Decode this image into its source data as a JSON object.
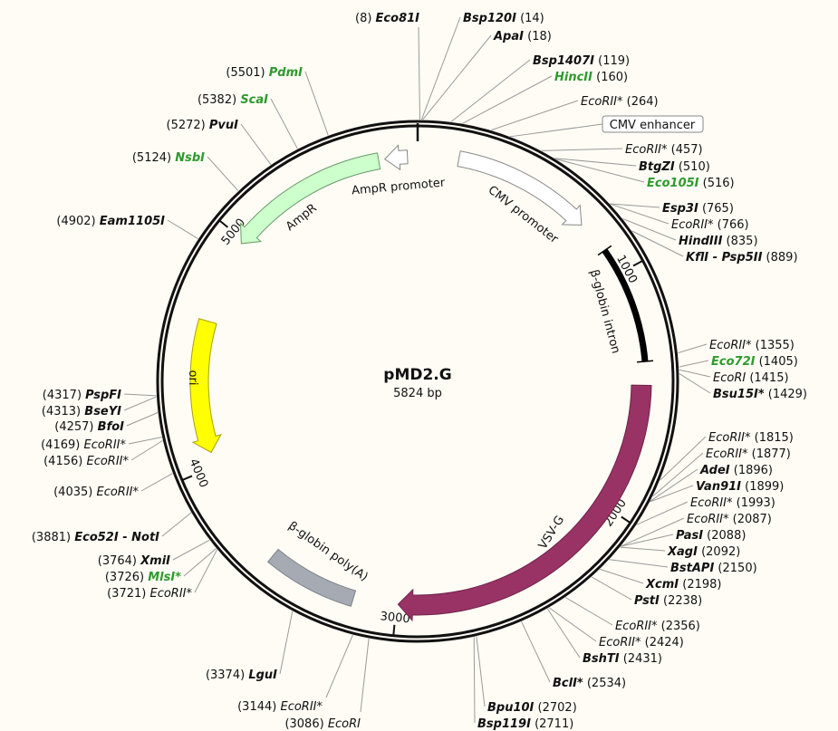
{
  "plasmid": {
    "name": "pMD2.G",
    "length_label": "5824 bp",
    "length_bp": 5824
  },
  "colors": {
    "ring": "#111111",
    "background": "#fffcf5",
    "green_label": "#2e9a2e",
    "ampr": "#ccffcc",
    "ori": "#ffff00",
    "vsvg": "#993366",
    "polya": "#a6abb3",
    "intron": "#000000",
    "promoter": "#ffffff"
  },
  "ticks": [
    {
      "bp": 1000,
      "label": "1000"
    },
    {
      "bp": 2000,
      "label": "2000"
    },
    {
      "bp": 3000,
      "label": "3000"
    },
    {
      "bp": 4000,
      "label": "4000"
    },
    {
      "bp": 5000,
      "label": "5000"
    }
  ],
  "features": [
    {
      "name": "CMV promoter",
      "start": 170,
      "end": 750,
      "direction": "forward",
      "color": "#ffffff",
      "arrow": true
    },
    {
      "name": "AmpR promoter",
      "start": 5782,
      "end": 5688,
      "direction": "reverse",
      "color": "#ffffff",
      "arrow": true
    },
    {
      "name": "AmpR",
      "start": 5662,
      "end": 4983,
      "direction": "reverse",
      "color": "#ccffcc",
      "arrow": true
    },
    {
      "name": "ori",
      "start": 4627,
      "end": 4061,
      "direction": "reverse",
      "color": "#ffff00",
      "arrow": true
    },
    {
      "name": "β-globin intron",
      "start": 890,
      "end": 1375,
      "direction": "none",
      "color": "#000000",
      "arrow": false
    },
    {
      "name": "VSV-G",
      "start": 1472,
      "end": 2993,
      "direction": "forward",
      "color": "#993366",
      "arrow": true
    },
    {
      "name": "β-globin poly(A)",
      "start": 3179,
      "end": 3554,
      "direction": "none",
      "color": "#a6abb3",
      "arrow": false
    }
  ],
  "cmv_enhancer_label": {
    "name": "CMV enhancer",
    "bp": 330
  },
  "enzymes": [
    {
      "name": "Eco81I",
      "pos": "(8)",
      "bp": 8,
      "style": "bold",
      "color": "#111111"
    },
    {
      "name": "Bsp120I",
      "pos": "(14)",
      "bp": 14,
      "style": "bold",
      "color": "#111111"
    },
    {
      "name": "ApaI",
      "pos": "(18)",
      "bp": 18,
      "style": "bold",
      "color": "#111111"
    },
    {
      "name": "Bsp1407I",
      "pos": "(119)",
      "bp": 119,
      "style": "bold",
      "color": "#111111"
    },
    {
      "name": "HincII",
      "pos": "(160)",
      "bp": 160,
      "style": "bold",
      "color": "#2e9a2e"
    },
    {
      "name": "EcoRII*",
      "pos": "(264)",
      "bp": 264,
      "style": "italic",
      "color": "#111111"
    },
    {
      "name": "EcoRII*",
      "pos": "(457)",
      "bp": 457,
      "style": "italic",
      "color": "#111111"
    },
    {
      "name": "BtgZI",
      "pos": "(510)",
      "bp": 510,
      "style": "bold",
      "color": "#111111"
    },
    {
      "name": "Eco105I",
      "pos": "(516)",
      "bp": 516,
      "style": "bold",
      "color": "#2e9a2e"
    },
    {
      "name": "Esp3I",
      "pos": "(765)",
      "bp": 765,
      "style": "bold",
      "color": "#111111"
    },
    {
      "name": "EcoRII*",
      "pos": "(766)",
      "bp": 766,
      "style": "italic",
      "color": "#111111"
    },
    {
      "name": "HindIII",
      "pos": "(835)",
      "bp": 835,
      "style": "bold",
      "color": "#111111"
    },
    {
      "name": "KflI - Psp5II",
      "pos": "(889)",
      "bp": 889,
      "style": "bold",
      "color": "#111111"
    },
    {
      "name": "EcoRII*",
      "pos": "(1355)",
      "bp": 1355,
      "style": "italic",
      "color": "#111111"
    },
    {
      "name": "Eco72I",
      "pos": "(1405)",
      "bp": 1405,
      "style": "bold",
      "color": "#2e9a2e"
    },
    {
      "name": "EcoRI",
      "pos": "(1415)",
      "bp": 1415,
      "style": "italic",
      "color": "#111111"
    },
    {
      "name": "Bsu15I*",
      "pos": "(1429)",
      "bp": 1429,
      "style": "bold",
      "color": "#111111"
    },
    {
      "name": "EcoRII*",
      "pos": "(1815)",
      "bp": 1815,
      "style": "italic",
      "color": "#111111"
    },
    {
      "name": "EcoRII*",
      "pos": "(1877)",
      "bp": 1877,
      "style": "italic",
      "color": "#111111"
    },
    {
      "name": "AdeI",
      "pos": "(1896)",
      "bp": 1896,
      "style": "bold",
      "color": "#111111"
    },
    {
      "name": "Van91I",
      "pos": "(1899)",
      "bp": 1899,
      "style": "bold",
      "color": "#111111"
    },
    {
      "name": "EcoRII*",
      "pos": "(1993)",
      "bp": 1993,
      "style": "italic",
      "color": "#111111"
    },
    {
      "name": "EcoRII*",
      "pos": "(2087)",
      "bp": 2087,
      "style": "italic",
      "color": "#111111"
    },
    {
      "name": "PasI",
      "pos": "(2088)",
      "bp": 2088,
      "style": "bold",
      "color": "#111111"
    },
    {
      "name": "XagI",
      "pos": "(2092)",
      "bp": 2092,
      "style": "bold",
      "color": "#111111"
    },
    {
      "name": "BstAPI",
      "pos": "(2150)",
      "bp": 2150,
      "style": "bold",
      "color": "#111111"
    },
    {
      "name": "XcmI",
      "pos": "(2198)",
      "bp": 2198,
      "style": "bold",
      "color": "#111111"
    },
    {
      "name": "PstI",
      "pos": "(2238)",
      "bp": 2238,
      "style": "bold",
      "color": "#111111"
    },
    {
      "name": "EcoRII*",
      "pos": "(2356)",
      "bp": 2356,
      "style": "italic",
      "color": "#111111"
    },
    {
      "name": "EcoRII*",
      "pos": "(2424)",
      "bp": 2424,
      "style": "italic",
      "color": "#111111"
    },
    {
      "name": "BshTI",
      "pos": "(2431)",
      "bp": 2431,
      "style": "bold",
      "color": "#111111"
    },
    {
      "name": "BclI*",
      "pos": "(2534)",
      "bp": 2534,
      "style": "bold",
      "color": "#111111"
    },
    {
      "name": "Bpu10I",
      "pos": "(2702)",
      "bp": 2702,
      "style": "bold",
      "color": "#111111"
    },
    {
      "name": "Bsp119I",
      "pos": "(2711)",
      "bp": 2711,
      "style": "bold",
      "color": "#111111"
    },
    {
      "name": "EcoRI",
      "pos": "(3086)",
      "bp": 3086,
      "style": "italic",
      "color": "#111111"
    },
    {
      "name": "EcoRII*",
      "pos": "(3144)",
      "bp": 3144,
      "style": "italic",
      "color": "#111111"
    },
    {
      "name": "LguI",
      "pos": "(3374)",
      "bp": 3374,
      "style": "bold",
      "color": "#111111"
    },
    {
      "name": "EcoRII*",
      "pos": "(3721)",
      "bp": 3721,
      "style": "italic",
      "color": "#111111"
    },
    {
      "name": "MlsI*",
      "pos": "(3726)",
      "bp": 3726,
      "style": "bold",
      "color": "#2e9a2e"
    },
    {
      "name": "XmiI",
      "pos": "(3764)",
      "bp": 3764,
      "style": "bold",
      "color": "#111111"
    },
    {
      "name": "Eco52I - NotI",
      "pos": "(3881)",
      "bp": 3881,
      "style": "bold",
      "color": "#111111"
    },
    {
      "name": "EcoRII*",
      "pos": "(4035)",
      "bp": 4035,
      "style": "italic",
      "color": "#111111"
    },
    {
      "name": "EcoRII*",
      "pos": "(4156)",
      "bp": 4156,
      "style": "italic",
      "color": "#111111"
    },
    {
      "name": "EcoRII*",
      "pos": "(4169)",
      "bp": 4169,
      "style": "italic",
      "color": "#111111"
    },
    {
      "name": "BfoI",
      "pos": "(4257)",
      "bp": 4257,
      "style": "bold",
      "color": "#111111"
    },
    {
      "name": "BseYI",
      "pos": "(4313)",
      "bp": 4313,
      "style": "bold",
      "color": "#111111"
    },
    {
      "name": "PspFI",
      "pos": "(4317)",
      "bp": 4317,
      "style": "bold",
      "color": "#111111"
    },
    {
      "name": "Eam1105I",
      "pos": "(4902)",
      "bp": 4902,
      "style": "bold",
      "color": "#111111"
    },
    {
      "name": "NsbI",
      "pos": "(5124)",
      "bp": 5124,
      "style": "bold",
      "color": "#2e9a2e"
    },
    {
      "name": "PvuI",
      "pos": "(5272)",
      "bp": 5272,
      "style": "bold",
      "color": "#111111"
    },
    {
      "name": "ScaI",
      "pos": "(5382)",
      "bp": 5382,
      "style": "bold",
      "color": "#2e9a2e"
    },
    {
      "name": "PdmI",
      "pos": "(5501)",
      "bp": 5501,
      "style": "bold",
      "color": "#2e9a2e"
    }
  ]
}
